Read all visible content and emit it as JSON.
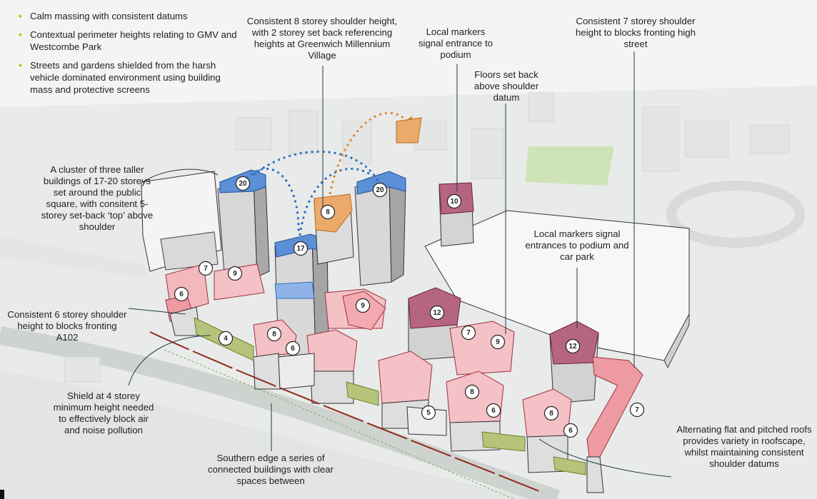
{
  "bullets": [
    "Calm massing with consistent datums",
    "Contextual perimeter heights relating to GMV and Westcombe Park",
    "Streets and gardens shielded from the harsh vehicle dominated environment using building mass and protective screens"
  ],
  "annotations": {
    "shoulder8": "Consistent 8 storey shoulder height, with 2 storey set back referencing heights at Greenwich Millennium Village",
    "markers_podium": "Local markers signal entrance to podium",
    "floors_setback": "Floors set back above shoulder datum",
    "shoulder7": "Consistent 7 storey shoulder height to blocks fronting high street",
    "cluster": "A cluster of three taller buildings of 17-20 storeys  set around the public square, with consitent 5-storey set-back ‘top’ above shoulder",
    "markers_carpark": "Local markers signal entrances to podium and car park",
    "shoulder6": "Consistent 6 storey shoulder height to blocks fronting A102",
    "shield4": "Shield at 4 storey minimum height needed to effectively block air and noise pollution",
    "southern_edge": "Southern edge a series of connected buildings with clear spaces between",
    "roofs": "Alternating flat and pitched roofs provides variety in roofscape, whilst maintaining consistent shoulder datums"
  },
  "storey_badges": [
    "20",
    "20",
    "17",
    "8",
    "10",
    "7",
    "9",
    "6",
    "4",
    "8",
    "6",
    "9",
    "12",
    "7",
    "9",
    "12",
    "8",
    "6",
    "5",
    "8",
    "6",
    "7"
  ],
  "colors": {
    "tower_blue": "#2f6fc0",
    "tower_orange": "#d98a3c",
    "block_pink": "#e57c86",
    "marker_maroon": "#8a3550",
    "screen_green": "#8fa34a",
    "bullet_yellow": "#c9b400"
  }
}
